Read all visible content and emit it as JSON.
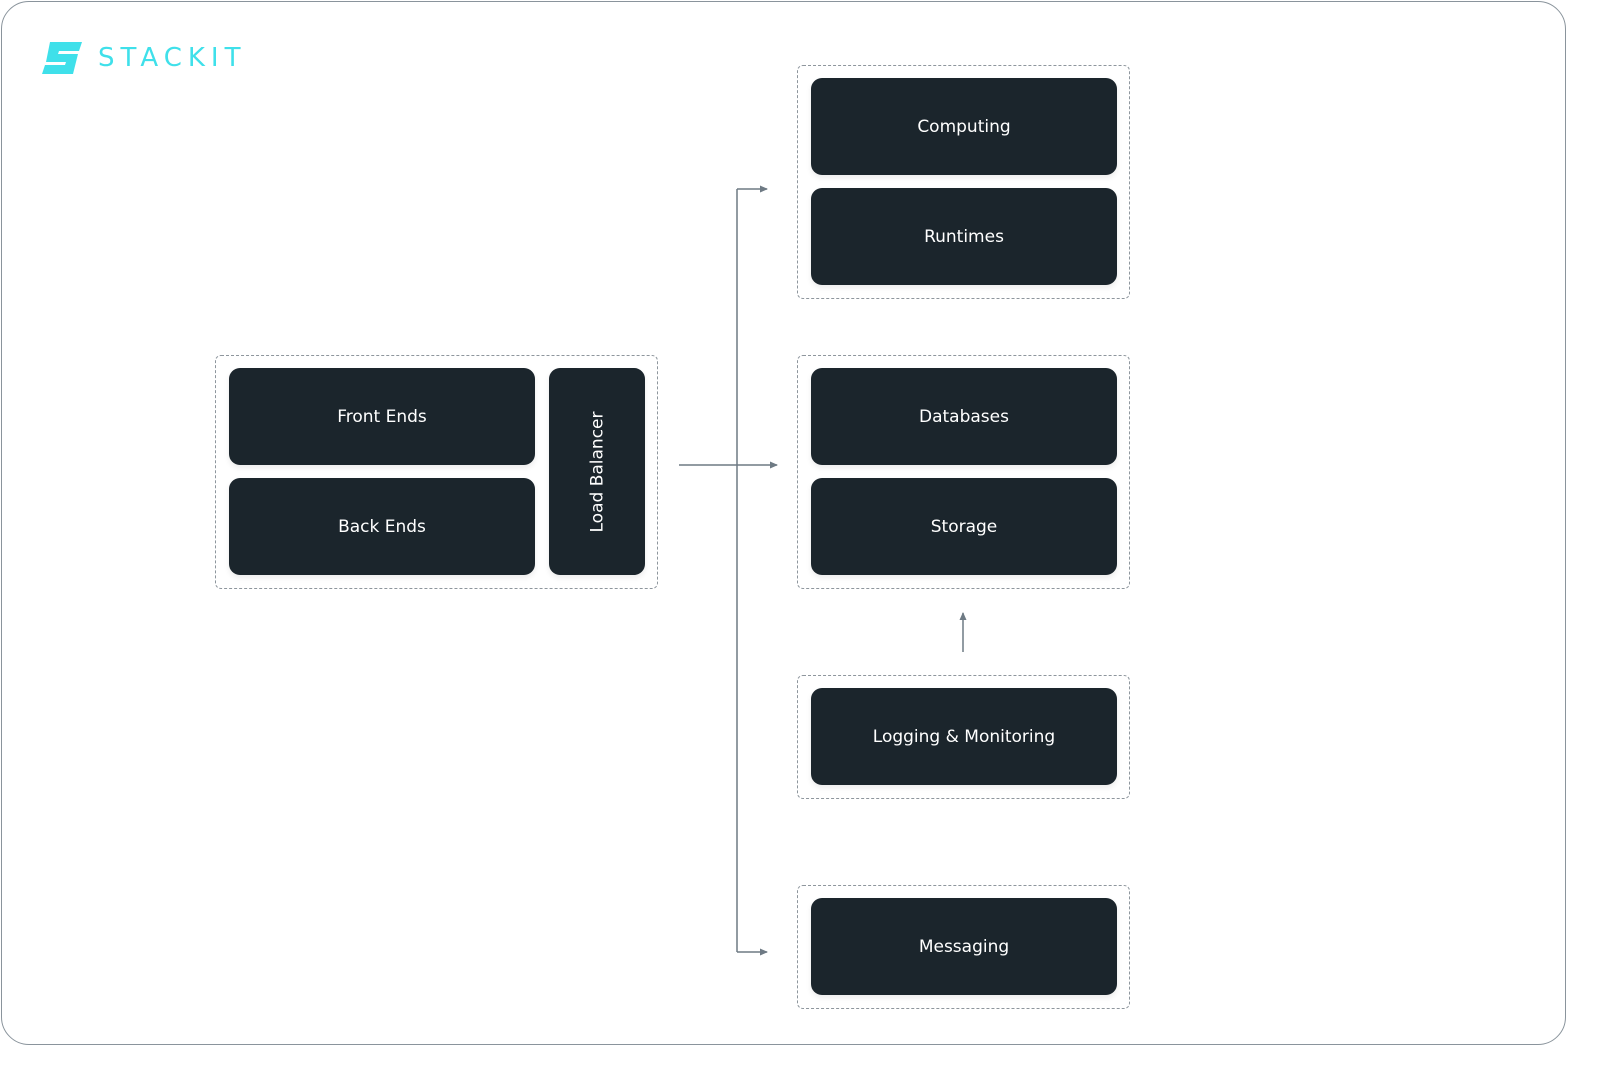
{
  "brand": {
    "name": "STACKIT",
    "accent_color": "#3fe0ea",
    "icon": "stackit-logo-icon"
  },
  "colors": {
    "node_fill": "#1b252c",
    "node_text": "#ffffff",
    "connector": "#6e7a84",
    "group_border": "#8e969d"
  },
  "groups": {
    "app": {
      "front_ends": "Front Ends",
      "back_ends": "Back Ends",
      "load_balancer": "Load Balancer"
    },
    "compute": {
      "computing": "Computing",
      "runtimes": "Runtimes"
    },
    "data": {
      "databases": "Databases",
      "storage": "Storage"
    },
    "observability": {
      "logging_monitoring": "Logging & Monitoring"
    },
    "messaging": {
      "messaging": "Messaging"
    }
  }
}
